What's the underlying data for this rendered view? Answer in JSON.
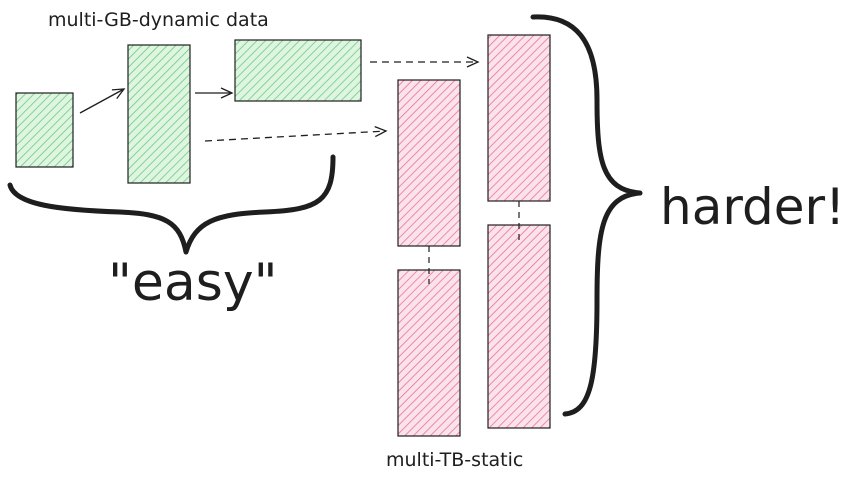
{
  "labels": {
    "top": "multi-GB-dynamic data",
    "bottom": "multi-TB-static",
    "easy": "\"easy\"",
    "harder": "harder!"
  },
  "colors": {
    "green_fill": "#b2f2bb",
    "green_hatch": "#40c057",
    "pink_fill": "#f8c8d8",
    "pink_hatch": "#e64980",
    "ink": "#1e1e1e"
  }
}
